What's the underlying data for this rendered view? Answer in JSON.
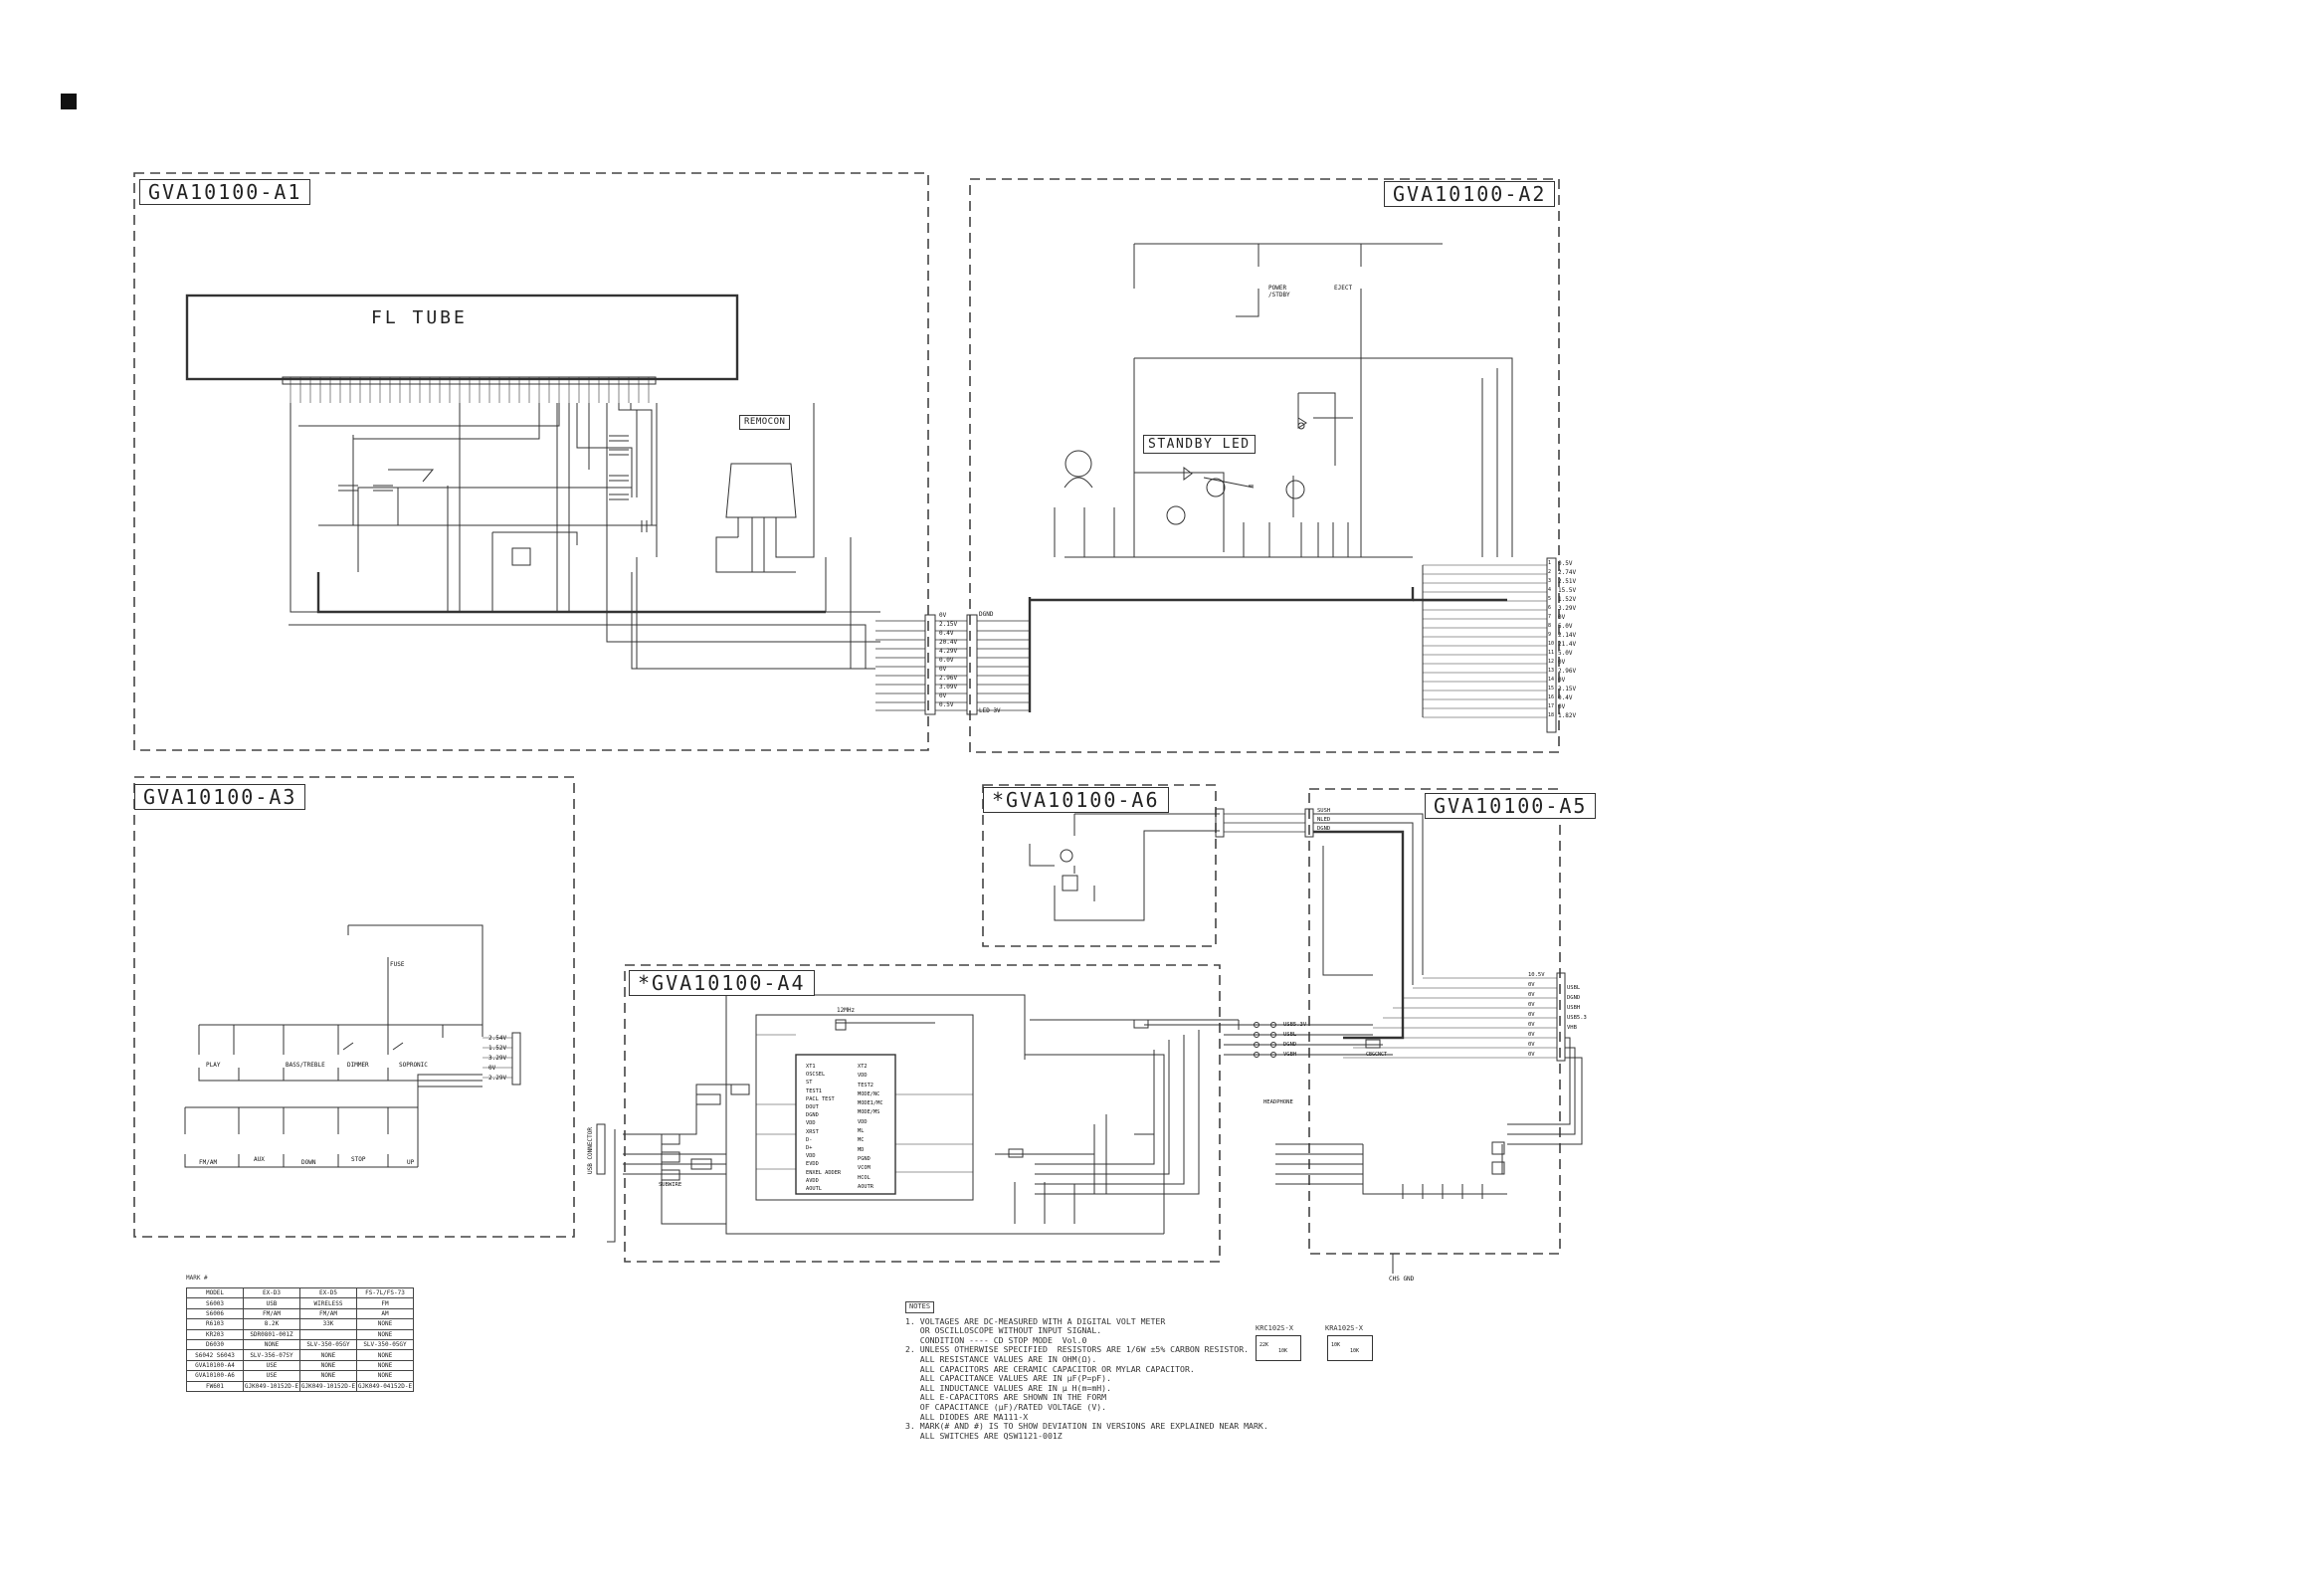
{
  "blocks": {
    "a1": "GVA10100-A1",
    "a2": "GVA10100-A2",
    "a3": "GVA10100-A3",
    "a4": "*GVA10100-A4",
    "a5": "GVA10100-A5",
    "a6": "*GVA10100-A6"
  },
  "fl_tube": "FL TUBE",
  "remocon": "REMOCON",
  "standby_led": "STANDBY LED",
  "a2_switches": [
    "POWER /STDBY",
    "EJECT"
  ],
  "a3_switches_row1": [
    "PLAY",
    "BASS/TREBLE",
    "DIMMER",
    "SOPRONIC"
  ],
  "a3_switches_row2": [
    "FM/AM",
    "AUX",
    "DOWN",
    "STOP",
    "UP"
  ],
  "fuse": "FUSE",
  "connector_a3": [
    "2.54V",
    "1.52V",
    "3.29V",
    "0V",
    "2.29V"
  ],
  "connector_a1_left": [
    "0V",
    "2.15V",
    "0.4V",
    "20.4V",
    "4.29V",
    "0.0V",
    "0V",
    "2.96V",
    "3.09V",
    "0V",
    "0.5V"
  ],
  "connector_a1_right": [
    "DGND",
    "",
    "",
    "",
    "",
    "",
    "",
    "",
    "",
    "",
    "LED 3V"
  ],
  "connector_a2_pins": [
    "1",
    "2",
    "3",
    "4",
    "5",
    "6",
    "7",
    "8",
    "9",
    "10",
    "11",
    "12",
    "13",
    "14",
    "15",
    "16",
    "17",
    "18"
  ],
  "connector_a2_voltages": [
    "0.5V",
    "2.74V",
    "2.51V",
    "15.5V",
    "1.52V",
    "3.29V",
    "0V",
    "5.0V",
    "2.14V",
    "21.4V",
    "5.0V",
    "0V",
    "2.96V",
    "0V",
    "3.15V",
    "0.4V",
    "0V",
    "1.82V"
  ],
  "a6_connector": [
    "SUSH",
    "NLED",
    "DGND"
  ],
  "a5_top_connector": [
    "10.5V",
    "0V",
    "0V",
    "0V",
    "0V",
    "0V",
    "0V",
    "0V",
    "0V"
  ],
  "a5_usb_right": [
    "USBL",
    "DGND",
    "USBH",
    "USB5.3",
    "VHB"
  ],
  "a4_usb_lines": [
    "USB5.3V",
    "USBL",
    "DGND",
    "VGBH"
  ],
  "a4_ic_left": [
    "XT1",
    "OSCSEL",
    "ST",
    "TEST1",
    "PACL TEST",
    "DOUT",
    "DGND",
    "VDD",
    "XRST",
    "D-",
    "D+",
    "VDD",
    "EVDD",
    "ENXEL ADDER",
    "AVDD",
    "AOUTL"
  ],
  "a4_ic_right": [
    "XT2",
    "VDD",
    "TEST2",
    "MODE/NC",
    "MODE1/MC",
    "MODE/MS",
    "VDD",
    "ML",
    "MC",
    "MD",
    "PGND",
    "VCOM",
    "HCOL",
    "AOUTR"
  ],
  "a4_labels": {
    "crystal": "12MHz",
    "usb_connector": "USB CONNECTOR",
    "subwire": "SUBWIRE",
    "headphone": "HEADPHONE",
    "rec": "CBGCNCT",
    "chs_gnd": "CHS GND"
  },
  "mark_title": "MARK #",
  "mark_table": [
    [
      "MODEL",
      "EX-D3",
      "EX-D5",
      "FS-7L/FS-73"
    ],
    [
      "S6003",
      "USB",
      "WIRELESS",
      "FM"
    ],
    [
      "S6006",
      "FM/AM",
      "FM/AM",
      "AM"
    ],
    [
      "R6103",
      "8.2K",
      "33K",
      "NONE"
    ],
    [
      "KR203",
      "SDR0801-001Z",
      "",
      "NONE"
    ],
    [
      "D6030",
      "NONE",
      "SLV-350-05GY",
      "SLV-350-05GY"
    ],
    [
      "S6042 S6043",
      "SLV-356-07SY",
      "NONE",
      "NONE"
    ],
    [
      "GVA10100-A4",
      "USE",
      "NONE",
      "NONE"
    ],
    [
      "GVA10100-A6",
      "USE",
      "NONE",
      "NONE"
    ],
    [
      "FW601",
      "GJK049-10152D-E",
      "GJK049-10152D-E",
      "GJK049-04152D-E"
    ]
  ],
  "notes_tag": "NOTES",
  "notes": [
    "1. VOLTAGES ARE DC-MEASURED WITH A DIGITAL VOLT METER",
    "   OR OSCILLOSCOPE WITHOUT INPUT SIGNAL.",
    "   CONDITION ---- CD STOP MODE  Vol.0",
    "2. UNLESS OTHERWISE SPECIFIED  RESISTORS ARE 1/6W ±5% CARBON RESISTOR.",
    "   ALL RESISTANCE VALUES ARE IN OHM(Ω).",
    "   ALL CAPACITORS ARE CERAMIC CAPACITOR OR MYLAR CAPACITOR.",
    "   ALL CAPACITANCE VALUES ARE IN μF(P=pF).",
    "   ALL INDUCTANCE VALUES ARE IN μ H(m=mH).",
    "   ALL E-CAPACITORS ARE SHOWN IN THE FORM",
    "   OF CAPACITANCE (μF)/RATED VOLTAGE (V).",
    "   ALL DIODES ARE MA111-X",
    "3. MARK(# AND #) IS TO SHOW DEVIATION IN VERSIONS ARE EXPLAINED NEAR MARK.",
    "   ALL SWITCHES ARE QSW1121-001Z"
  ],
  "parts": [
    "KRC102S-X",
    "KRA102S-X"
  ],
  "parts_inner": [
    [
      "22K",
      "10K"
    ],
    [
      "10K",
      "10K"
    ]
  ]
}
